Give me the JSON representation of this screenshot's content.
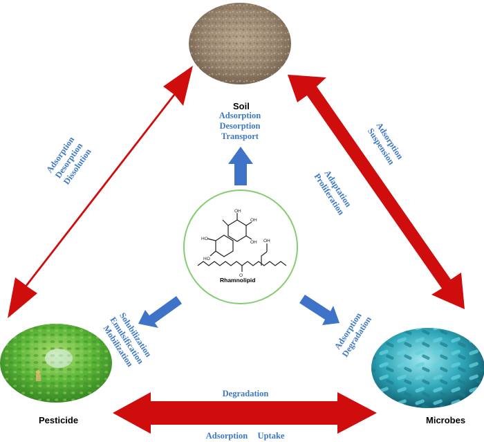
{
  "nodes": {
    "soil": {
      "label": "Soil",
      "effects": [
        "Adsorption",
        "Desorption",
        "Transport"
      ]
    },
    "pesticide": {
      "label": "Pesticide"
    },
    "microbes": {
      "label": "Microbes"
    },
    "center": {
      "label": "Rhamnolipid"
    }
  },
  "edges": {
    "soil_pesticide": [
      "Adsorption",
      "Desorption",
      "Dissolution"
    ],
    "soil_microbes_outer": [
      "Adsorption",
      "Suspension"
    ],
    "soil_microbes_inner": [
      "Adaptation",
      "Proliferation"
    ],
    "center_pesticide": [
      "Solubilization",
      "Emulsification",
      "Mobilization"
    ],
    "center_microbes": [
      "Adsorption",
      "Degradation"
    ],
    "pesticide_microbes_top": "Degradation",
    "pesticide_microbes_bottom": [
      "Adsorption",
      "Uptake"
    ]
  },
  "colors": {
    "red_arrow": "#d00d0d",
    "blue_arrow": "#3f73c8",
    "circle": "#84cc70",
    "text_blue": "#3d78c4"
  }
}
